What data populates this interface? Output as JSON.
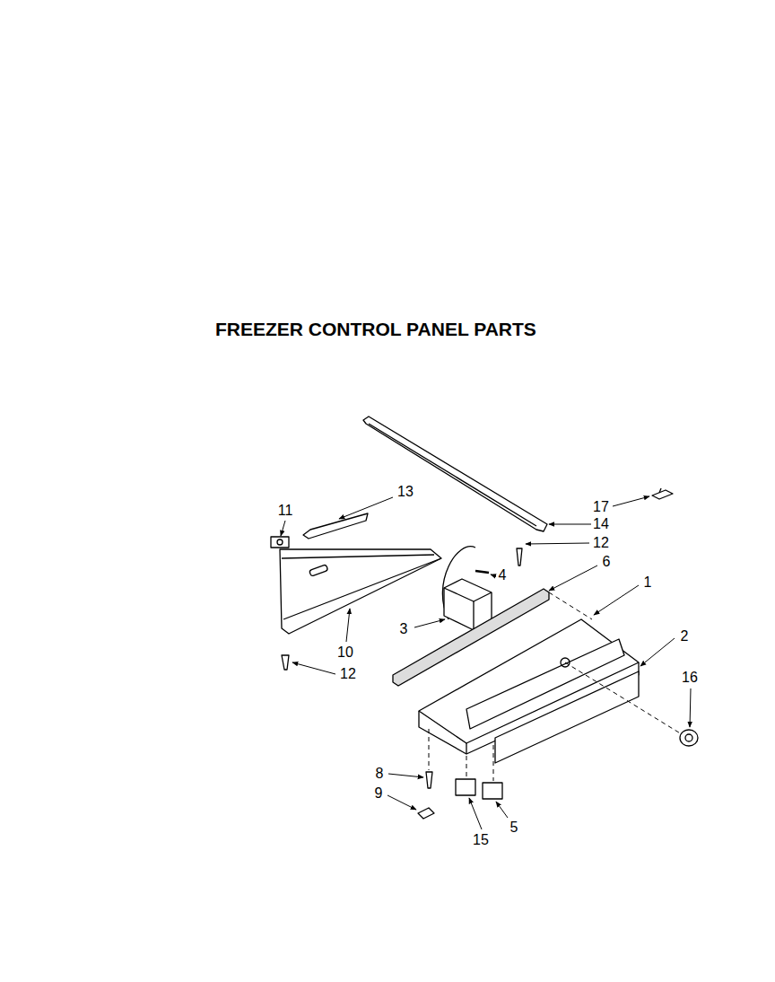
{
  "diagram": {
    "title": "FREEZER CONTROL PANEL PARTS",
    "labels": [
      "13",
      "11",
      "17",
      "14",
      "12",
      "4",
      "6",
      "1",
      "3",
      "10",
      "12",
      "2",
      "16",
      "8",
      "9",
      "15",
      "5"
    ]
  }
}
